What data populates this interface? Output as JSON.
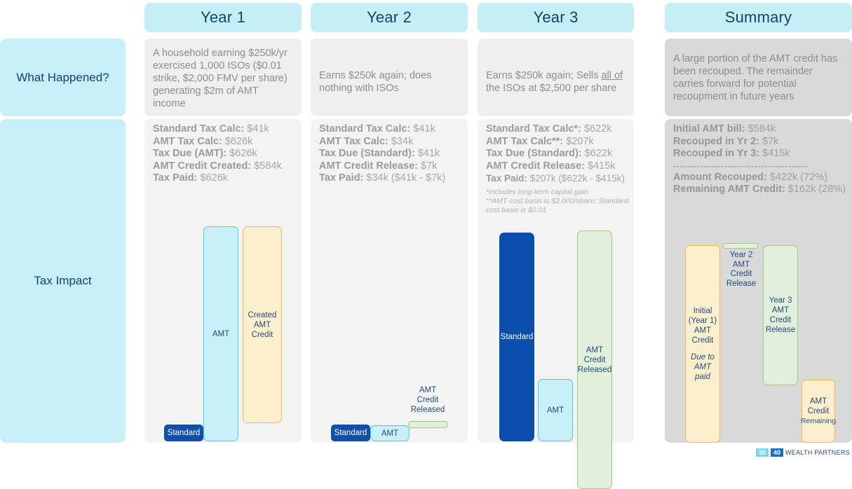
{
  "header": {
    "columns": [
      {
        "label": "Year 1"
      },
      {
        "label": "Year 2"
      },
      {
        "label": "Year 3"
      },
      {
        "label": "Summary"
      }
    ]
  },
  "rows": {
    "what_happened_label": "What Happened?",
    "tax_impact_label": "Tax Impact"
  },
  "what_happened": {
    "year1": "A household earning $250k/yr exercised 1,000 ISOs ($0.01 strike, $2,000 FMV per share) generating $2m of AMT income",
    "year2": "Earns $250k again; does nothing with ISOs",
    "year3_pre": "Earns $250k again; Sells ",
    "year3_underline": "all of",
    "year3_post": " the ISOs at $2,500 per share",
    "summary": "A large portion of the AMT credit has been recouped. The remainder carries forward for potential recoupment in future years"
  },
  "tax_impact": {
    "year1": [
      {
        "key": "Standard Tax Calc:",
        "value": " $41k"
      },
      {
        "key": "AMT Tax Calc:",
        "value": " $626k"
      },
      {
        "key": "Tax Due (AMT):",
        "value": " $626k"
      },
      {
        "key": "AMT Credit Created:",
        "value": " $584k"
      },
      {
        "key": "Tax Paid:",
        "value": " $626k"
      }
    ],
    "year2": [
      {
        "key": "Standard Tax Calc:",
        "value": " $41k"
      },
      {
        "key": "AMT Tax Calc:",
        "value": " $34k"
      },
      {
        "key": "Tax Due (Standard):",
        "value": " $41k"
      },
      {
        "key": "AMT Credit Release:",
        "value": " $7k"
      },
      {
        "key": "Tax Paid:",
        "value": " $34k ($41k - $7k)"
      }
    ],
    "year3": [
      {
        "key": "Standard Tax Calc*:",
        "value": " $622k"
      },
      {
        "key": "AMT Tax Calc**:",
        "value": " $207k"
      },
      {
        "key": "Tax Due (Standard):",
        "value": " $622k"
      },
      {
        "key": "AMT Credit Release:",
        "value": " $415k"
      },
      {
        "key": "Tax Paid:",
        "value": " $207k ($622k - $415k)"
      }
    ],
    "year3_footnotes": [
      "*includes long-term capital gain",
      "**AMT cost basis is $2,000/share; Standard",
      "cost basis is $0.01"
    ],
    "summary_top": [
      {
        "key": "Initial AMT bill:",
        "value": " $584k"
      },
      {
        "key": "Recouped in Yr 2:",
        "value": " $7k"
      },
      {
        "key": "Recouped in Yr 3:",
        "value": " $415k"
      }
    ],
    "summary_divider": "----------------------------------------",
    "summary_bottom": [
      {
        "key": "Amount Recouped:",
        "value": " $422k (72%)"
      },
      {
        "key": "Remaining AMT Credit:",
        "value": " $162k (28%)"
      }
    ]
  },
  "chart_data": {
    "type": "bar",
    "title": "AMT Credit Lifecycle: Standard vs AMT tax and credit flows",
    "panels": [
      {
        "panel": "Year 1",
        "bars": [
          {
            "label": "Standard",
            "value": 41,
            "unit": "$k",
            "style": "standard-badge"
          },
          {
            "label": "AMT",
            "value": 626,
            "unit": "$k",
            "style": "amt"
          },
          {
            "label": "Created AMT Credit",
            "value": 584,
            "unit": "$k",
            "style": "credit"
          }
        ]
      },
      {
        "panel": "Year 2",
        "bars": [
          {
            "label": "Standard",
            "value": 41,
            "unit": "$k",
            "style": "standard-badge"
          },
          {
            "label": "AMT",
            "value": 34,
            "unit": "$k",
            "style": "amt"
          },
          {
            "label": "AMT Credit Released",
            "value": 7,
            "unit": "$k",
            "style": "green"
          }
        ]
      },
      {
        "panel": "Year 3",
        "bars": [
          {
            "label": "Standard",
            "value": 622,
            "unit": "$k",
            "style": "standard-navy"
          },
          {
            "label": "AMT",
            "value": 207,
            "unit": "$k",
            "style": "amt"
          },
          {
            "label": "AMT Credit Released",
            "value": 415,
            "unit": "$k",
            "style": "green"
          }
        ]
      },
      {
        "panel": "Summary",
        "bars": [
          {
            "label": "Initial (Year 1) AMT Credit",
            "sublabel": "Due to AMT paid",
            "value": 584,
            "unit": "$k",
            "style": "credit"
          },
          {
            "label": "Year 2 AMT Credit Release",
            "value": 7,
            "unit": "$k",
            "style": "green"
          },
          {
            "label": "Year 3 AMT Credit Release",
            "value": 415,
            "unit": "$k",
            "style": "green"
          },
          {
            "label": "AMT Credit Remaining",
            "value": 162,
            "unit": "$k",
            "style": "credit"
          }
        ]
      }
    ],
    "colors": {
      "standard_navy": "#0a4daa",
      "amt_cyan": "#c7f0f9",
      "credit_yellow": "#fdeece",
      "release_green": "#e2efda",
      "header_cyan": "#c5eef5",
      "text_navy": "#10456e"
    }
  },
  "bars": {
    "y1_standard": "Standard",
    "y1_amt": "AMT",
    "y1_credit_l1": "Created",
    "y1_credit_l2": "AMT",
    "y1_credit_l3": "Credit",
    "y2_standard": "Standard",
    "y2_amt": "AMT",
    "y2_release_l1": "AMT",
    "y2_release_l2": "Credit",
    "y2_release_l3": "Released",
    "y3_standard": "Standard",
    "y3_amt": "AMT",
    "y3_release_l1": "AMT",
    "y3_release_l2": "Credit",
    "y3_release_l3": "Released",
    "sm_initial_l1": "Initial",
    "sm_initial_l2": "(Year 1)",
    "sm_initial_l3": "AMT",
    "sm_initial_l4": "Credit",
    "sm_initial_sub1": "Due to",
    "sm_initial_sub2": "AMT paid",
    "sm_y2_l1": "Year 2",
    "sm_y2_l2": "AMT",
    "sm_y2_l3": "Credit",
    "sm_y2_l4": "Release",
    "sm_y3_l1": "Year 3",
    "sm_y3_l2": "AMT",
    "sm_y3_l3": "Credit",
    "sm_y3_l4": "Release",
    "sm_rem_l1": "AMT",
    "sm_rem_l2": "Credit",
    "sm_rem_l3": "Remaining"
  },
  "logo": {
    "chip_30": "30",
    "chip_40": "40",
    "name": "WEALTH PARTNERS"
  }
}
